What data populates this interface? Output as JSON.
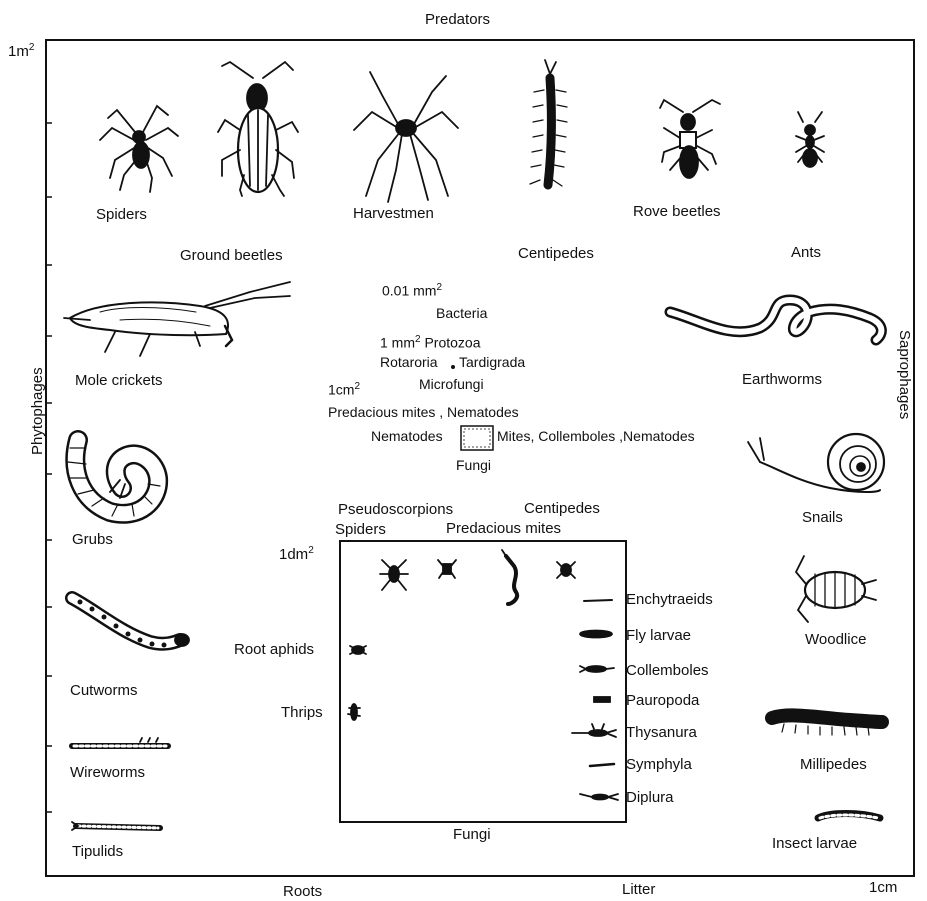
{
  "diagram": {
    "top_label": "Predators",
    "left_label": "Phytophages",
    "right_label": "Saprophages",
    "corner_top": "1m",
    "corner_top_sup": "2",
    "corner_bottom_right": "1cm",
    "bottom_roots": "Roots",
    "bottom_litter": "Litter"
  },
  "predators": {
    "spiders": "Spiders",
    "ground_beetles": "Ground beetles",
    "harvestmen": "Harvestmen",
    "centipedes": "Centipedes",
    "rove_beetles": "Rove beetles",
    "ants": "Ants"
  },
  "phytophages": {
    "mole_crickets": "Mole crickets",
    "grubs": "Grubs",
    "cutworms": "Cutworms",
    "wireworms": "Wireworms",
    "tipulids": "Tipulids"
  },
  "saprophages": {
    "earthworms": "Earthworms",
    "snails": "Snails",
    "woodlice": "Woodlice",
    "millipedes": "Millipedes",
    "insect_larvae": "Insect larvae"
  },
  "micro": {
    "scale_001": "0.01 mm",
    "scale_001_sup": "2",
    "bacteria": "Bacteria",
    "scale_1mm": "1 mm",
    "scale_1mm_sup": "2",
    "protozoa": "Protozoa",
    "rotaroria": "Rotaroria",
    "tardigrada": "Tardigrada",
    "microfungi": "Microfungi",
    "scale_1cm": "1cm",
    "scale_1cm_sup": "2",
    "predacious_nematodes": "Predacious mites , Nematodes",
    "nematodes": "Nematodes",
    "mites_collemboles": "Mites, Collemboles ,Nematodes",
    "fungi": "Fungi"
  },
  "dm_box": {
    "pseudoscorpions": "Pseudoscorpions",
    "spiders": "Spiders",
    "centipedes": "Centipedes",
    "predacious_mites": "Predacious mites",
    "scale_1dm": "1dm",
    "scale_1dm_sup": "2",
    "root_aphids": "Root aphids",
    "thrips": "Thrips",
    "fungi": "Fungi",
    "right_items": [
      "Enchytraeids",
      "Fly larvae",
      "Collemboles",
      "Pauropoda",
      "Thysanura",
      "Symphyla",
      "Diplura"
    ]
  }
}
